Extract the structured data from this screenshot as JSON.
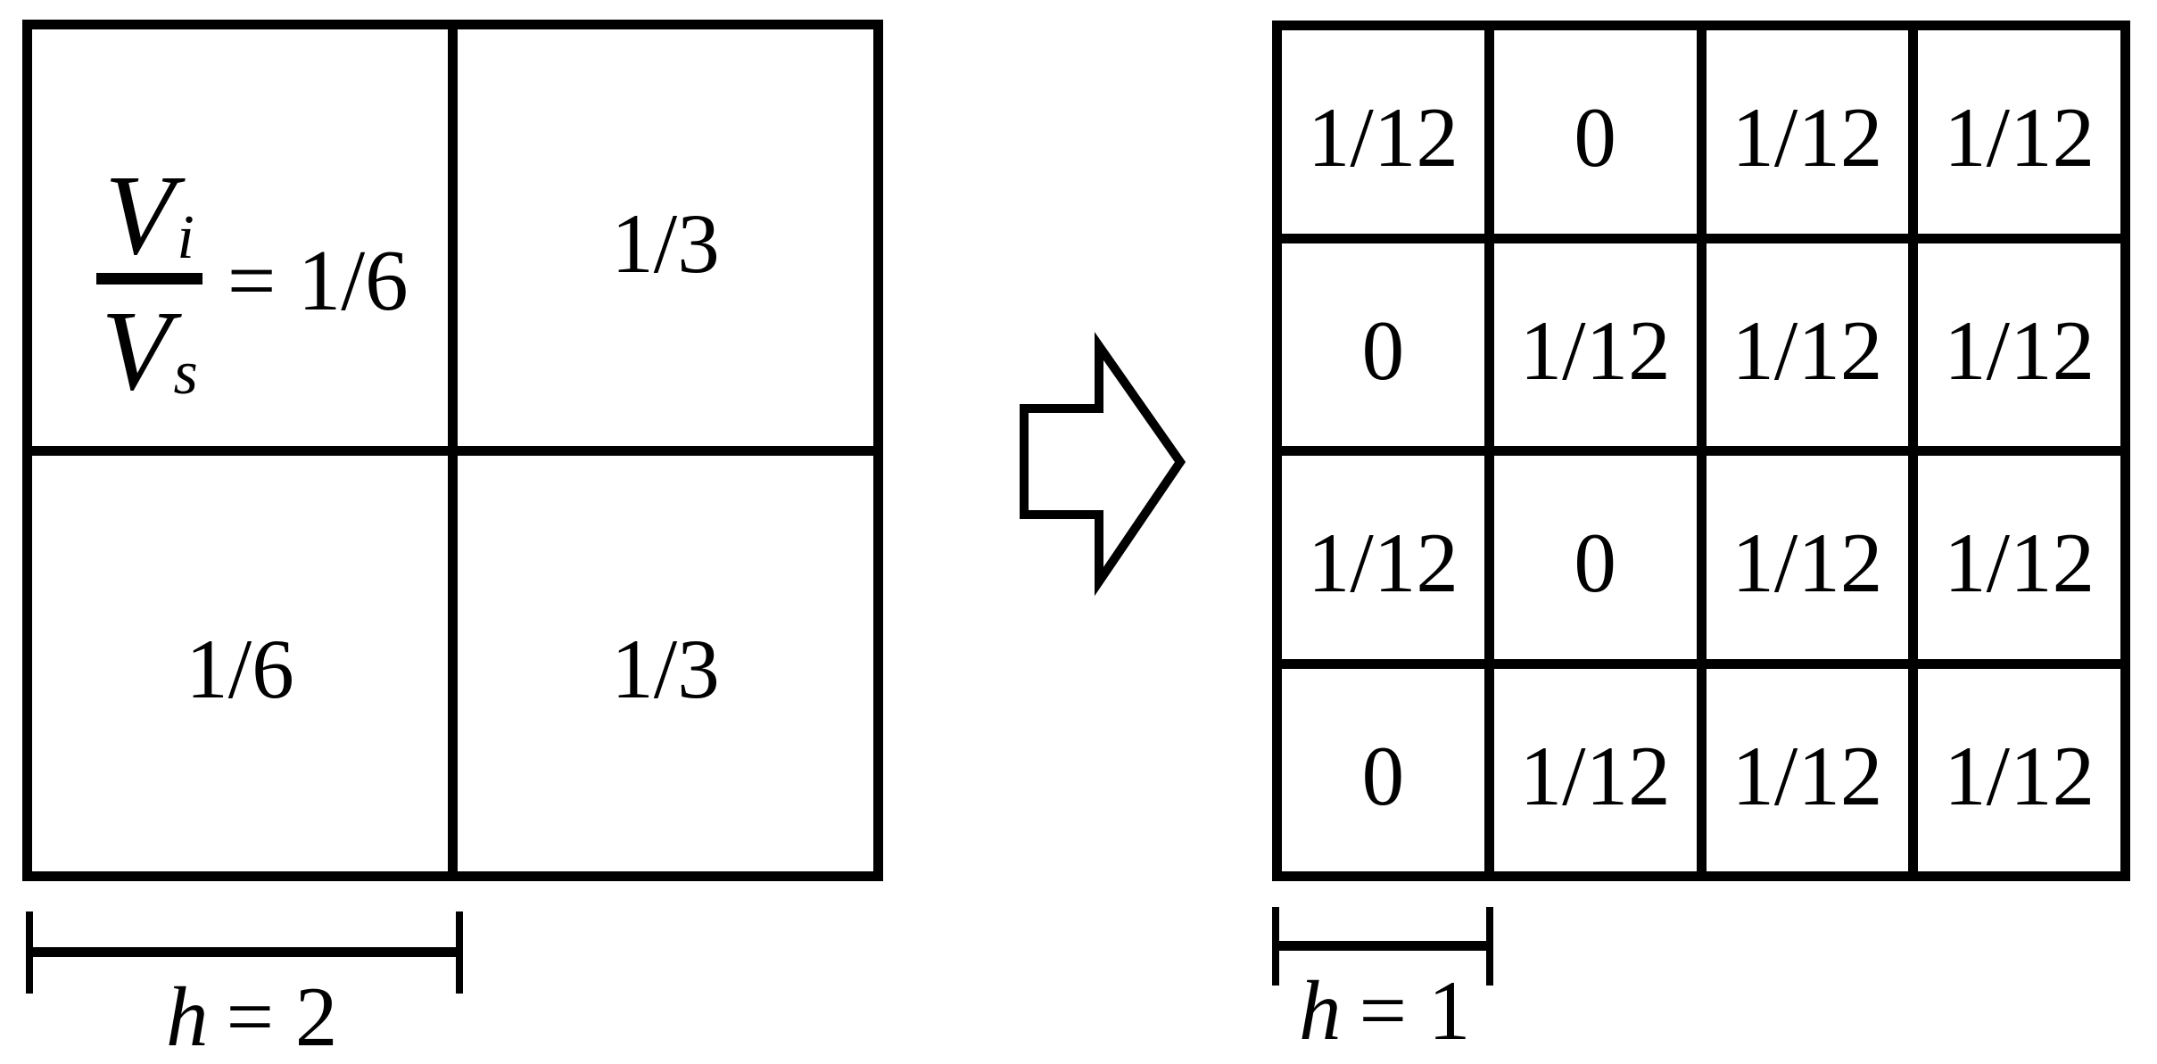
{
  "colors": {
    "ink": "#000000",
    "background": "#ffffff"
  },
  "equation": {
    "numerator_base": "V",
    "numerator_sub": "i",
    "denominator_base": "V",
    "denominator_sub": "s",
    "rhs": "= 1/6"
  },
  "coarse_grid": {
    "rows": 2,
    "cols": 2,
    "top_left_value": "1/6",
    "top_right": "1/3",
    "bottom_left": "1/6",
    "bottom_right": "1/3"
  },
  "fine_grid": {
    "rows": 4,
    "cols": 4,
    "values": [
      [
        "1/12",
        "0",
        "1/12",
        "1/12"
      ],
      [
        "0",
        "1/12",
        "1/12",
        "1/12"
      ],
      [
        "1/12",
        "0",
        "1/12",
        "1/12"
      ],
      [
        "0",
        "1/12",
        "1/12",
        "1/12"
      ]
    ]
  },
  "scale_labels": {
    "coarse": {
      "var": "h",
      "rest": "= 2"
    },
    "fine": {
      "var": "h",
      "rest": "= 1"
    }
  }
}
